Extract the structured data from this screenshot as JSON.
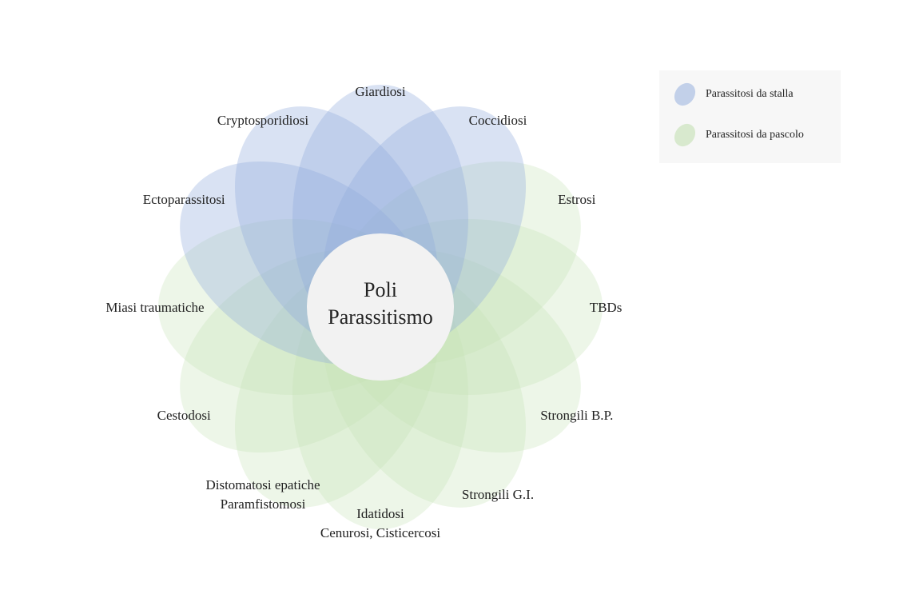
{
  "center": {
    "line1": "Poli",
    "line2": "Parassitismo"
  },
  "colors": {
    "stalla": "#8faadc",
    "pascolo": "#c5e0b4",
    "center_fill": "#f2f2f2"
  },
  "legend": [
    {
      "label": "Parassitosi da stalla",
      "group": "stalla"
    },
    {
      "label": "Parassitosi da pascolo",
      "group": "pascolo"
    }
  ],
  "petals": [
    {
      "lines": [
        "Giardiosi"
      ],
      "group": "stalla"
    },
    {
      "lines": [
        "Coccidiosi"
      ],
      "group": "stalla"
    },
    {
      "lines": [
        "Estrosi"
      ],
      "group": "pascolo"
    },
    {
      "lines": [
        "TBDs"
      ],
      "group": "pascolo"
    },
    {
      "lines": [
        "Strongili B.P."
      ],
      "group": "pascolo"
    },
    {
      "lines": [
        "Strongili G.I."
      ],
      "group": "pascolo"
    },
    {
      "lines": [
        "Idatidosi",
        "Cenurosi, Cisticercosi"
      ],
      "group": "pascolo"
    },
    {
      "lines": [
        "Distomatosi epatiche",
        "Paramfistomosi"
      ],
      "group": "pascolo"
    },
    {
      "lines": [
        "Cestodosi"
      ],
      "group": "pascolo"
    },
    {
      "lines": [
        "Miasi traumatiche"
      ],
      "group": "pascolo"
    },
    {
      "lines": [
        "Ectoparassitosi"
      ],
      "group": "stalla"
    },
    {
      "lines": [
        "Cryptosporidiosi"
      ],
      "group": "stalla"
    }
  ]
}
